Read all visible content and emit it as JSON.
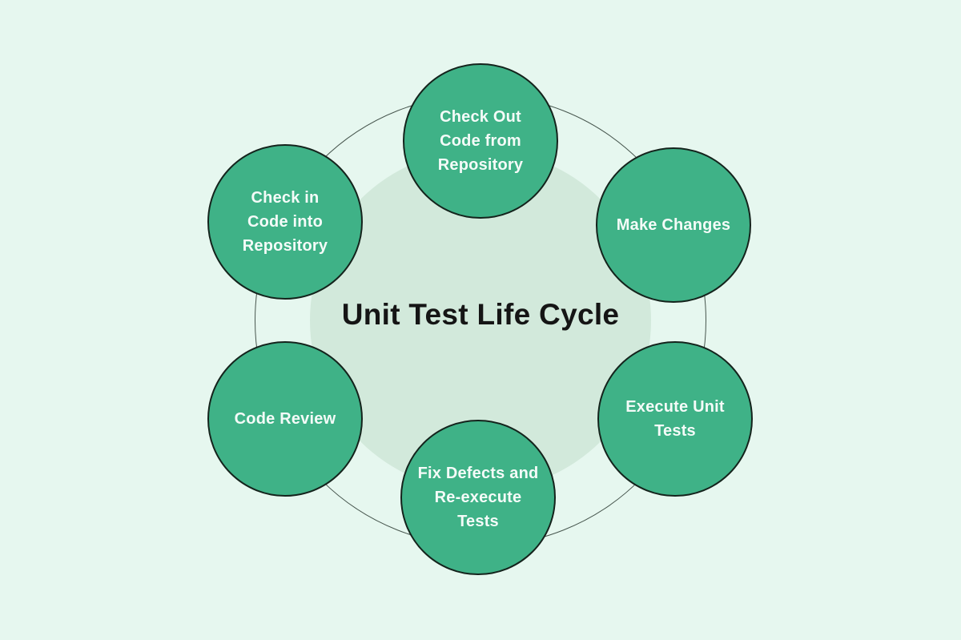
{
  "title": "Unit Test Life Cycle",
  "colors": {
    "background": "#e6f7ef",
    "inner_disc": "#d2e9db",
    "ring_stroke": "#47564e",
    "node_fill": "#3fb287",
    "node_border": "#14231c",
    "node_text": "#f4fbf8",
    "title_text": "#151515"
  },
  "nodes": [
    {
      "id": "check-out-code-from-repository",
      "position": "top",
      "label": "Check Out Code from Repository",
      "lines": [
        "Check Out",
        "Code from",
        "Repository"
      ]
    },
    {
      "id": "make-changes",
      "position": "top-right",
      "label": "Make Changes",
      "lines": [
        "Make Changes"
      ]
    },
    {
      "id": "execute-unit-tests",
      "position": "bottom-right",
      "label": "Execute Unit Tests",
      "lines": [
        "Execute Unit",
        "Tests"
      ]
    },
    {
      "id": "fix-defects-and-re-execute-tests",
      "position": "bottom",
      "label": "Fix Defects and Re-execute Tests",
      "lines": [
        "Fix Defects and",
        "Re-execute",
        "Tests"
      ]
    },
    {
      "id": "code-review",
      "position": "bottom-left",
      "label": "Code Review",
      "lines": [
        "Code Review"
      ]
    },
    {
      "id": "check-in-code-into-repository",
      "position": "top-left",
      "label": "Check in Code into Repository",
      "lines": [
        "Check in",
        "Code into",
        "Repository"
      ]
    }
  ]
}
